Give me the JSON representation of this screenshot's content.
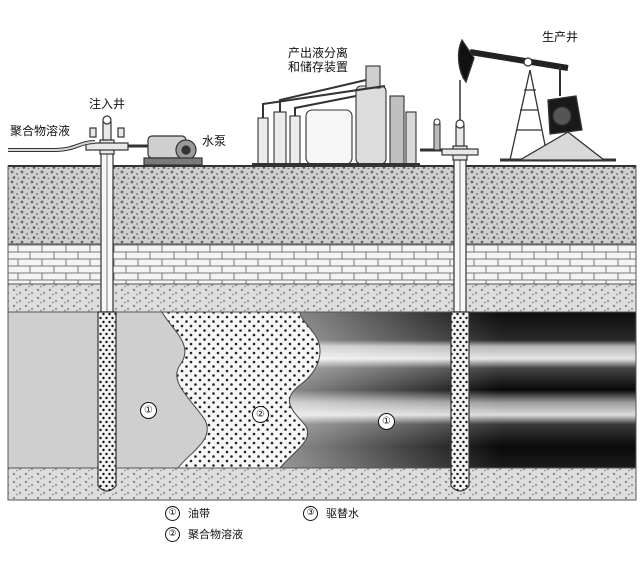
{
  "labels": {
    "injection_well": "注入井",
    "polymer_solution_top": "聚合物溶液",
    "water_pump": "水泵",
    "separation_facility": "产出液分离\n和储存装置",
    "production_well": "生产井"
  },
  "zone_markers": {
    "polymer_zone": "①",
    "oil_bank_zone": "②",
    "oil_zone": "①"
  },
  "legend": [
    {
      "num": "①",
      "text": "油带"
    },
    {
      "num": "②",
      "text": "聚合物溶液"
    },
    {
      "num": "③",
      "text": "驱替水"
    }
  ]
}
